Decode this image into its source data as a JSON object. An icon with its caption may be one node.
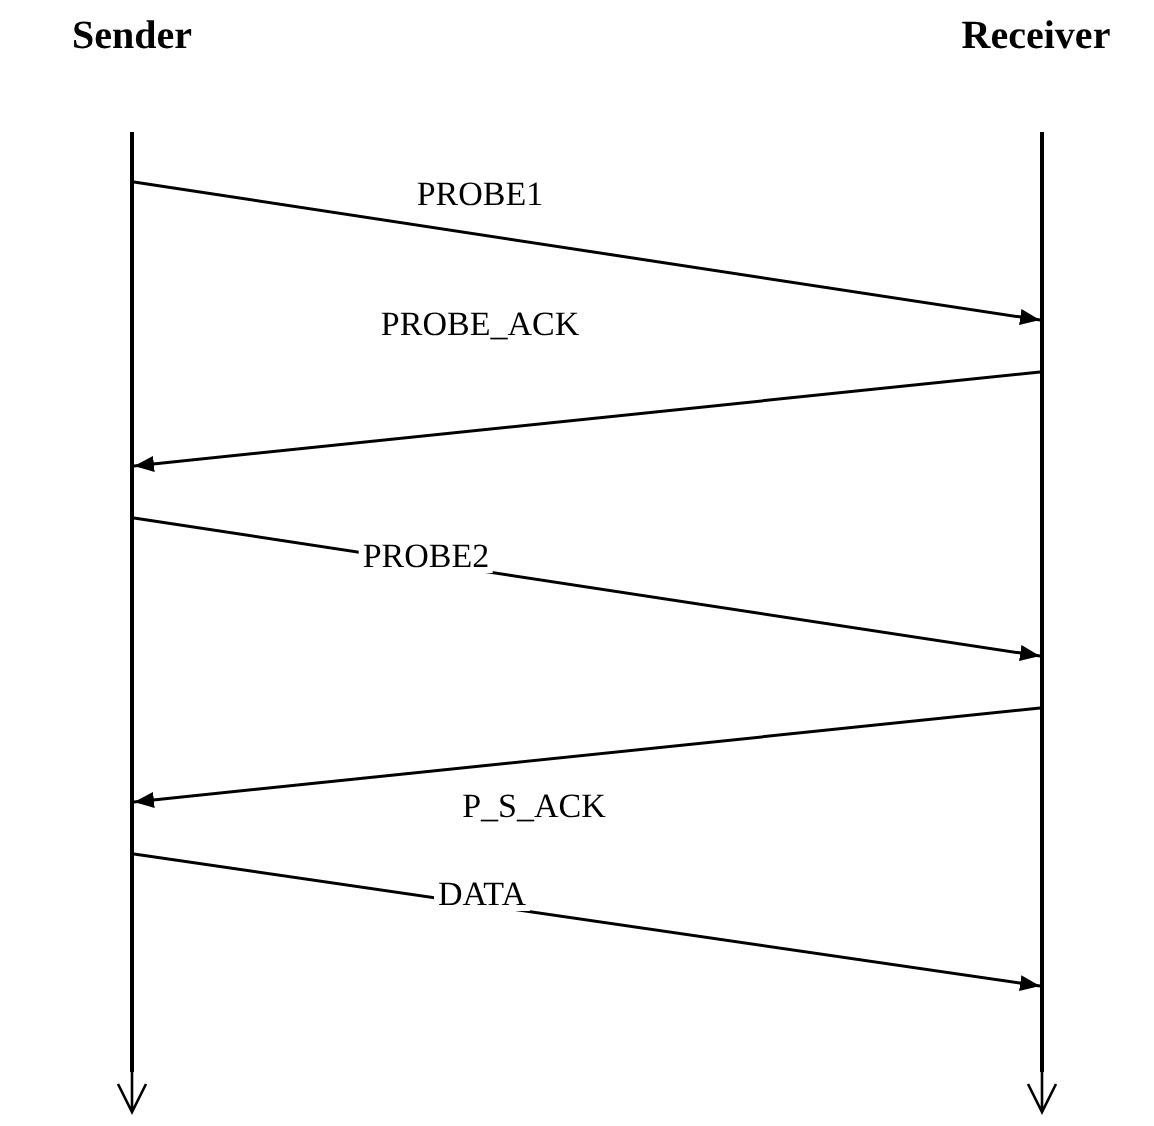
{
  "diagram": {
    "nodes": [
      {
        "text": [],
        "shape": "bar"
      },
      {
        "text": [],
        "shape": "bar"
      }
    ],
    "edges": [
      {
        "from": 0,
        "to": 1,
        "arrow": "to",
        "label": "PROBE1"
      },
      {
        "from": 1,
        "to": 0,
        "arrow": "to",
        "label": "PROBE_ACK"
      },
      {
        "from": 0,
        "to": 1,
        "arrow": "to",
        "label": "PROBE2"
      },
      {
        "from": 1,
        "to": 0,
        "arrow": "to",
        "label": "P_S_ACK"
      },
      {
        "from": 0,
        "to": 1,
        "arrow": "to",
        "label": "DATA"
      }
    ],
    "labels": [
      "Sender",
      "Receiver"
    ]
  }
}
